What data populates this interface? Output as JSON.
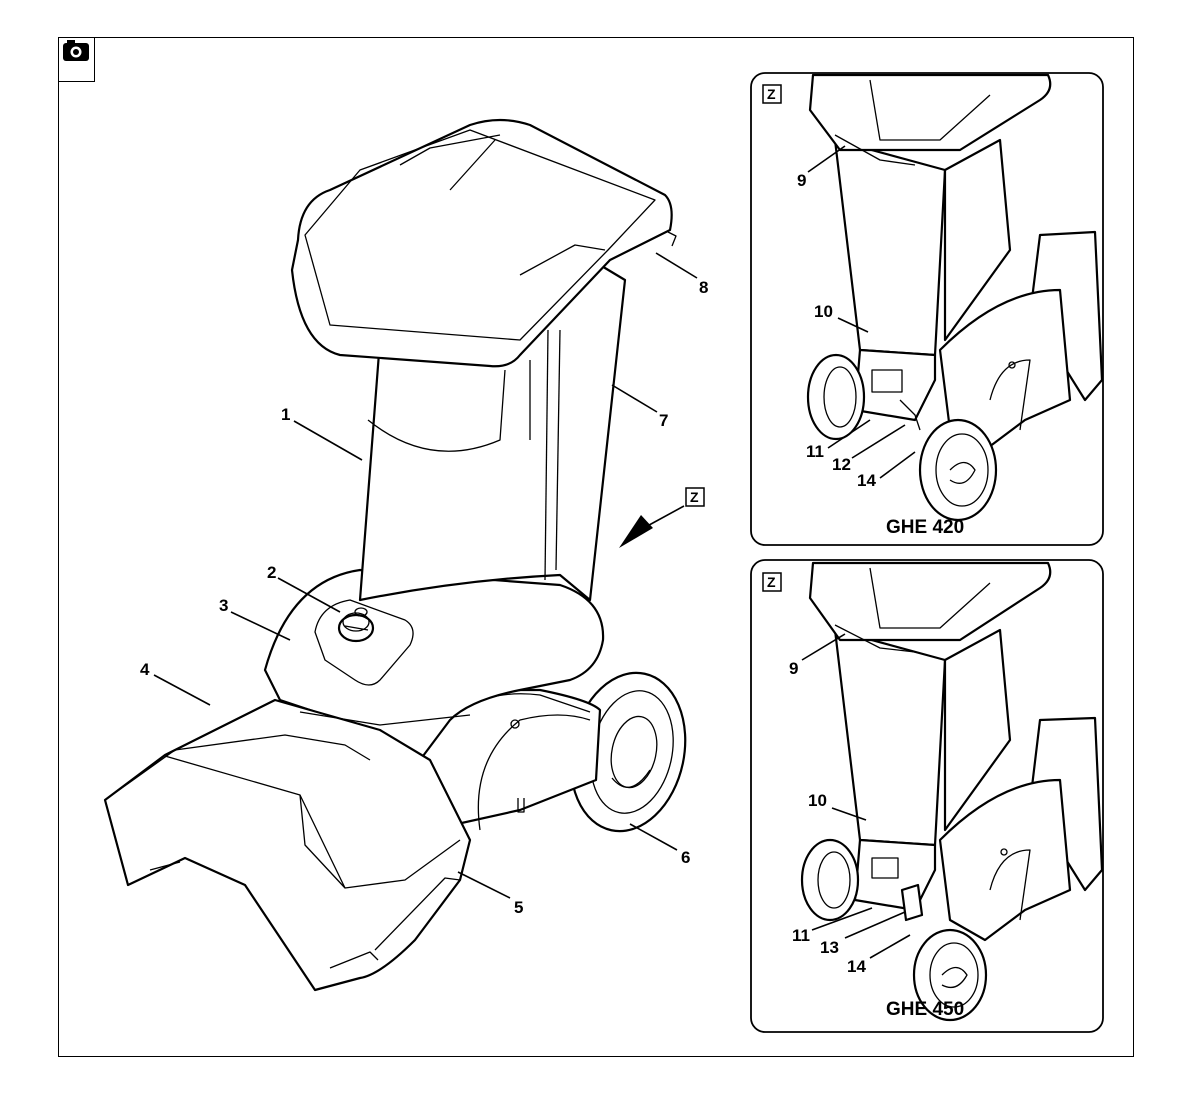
{
  "icons": {
    "header": "camera-icon",
    "detail_marker": "z-box-icon"
  },
  "detail_marker": "Z",
  "main_labels": {
    "l1": "1",
    "l2": "2",
    "l3": "3",
    "l4": "4",
    "l5": "5",
    "l6": "6",
    "l7": "7",
    "l8": "8"
  },
  "detail_420": {
    "marker": "Z",
    "caption": "GHE 420",
    "labels": {
      "l9": "9",
      "l10": "10",
      "l11": "11",
      "l12": "12",
      "l14": "14"
    }
  },
  "detail_450": {
    "marker": "Z",
    "caption": "GHE 450",
    "labels": {
      "l9": "9",
      "l10": "10",
      "l11": "11",
      "l13": "13",
      "l14": "14"
    }
  }
}
